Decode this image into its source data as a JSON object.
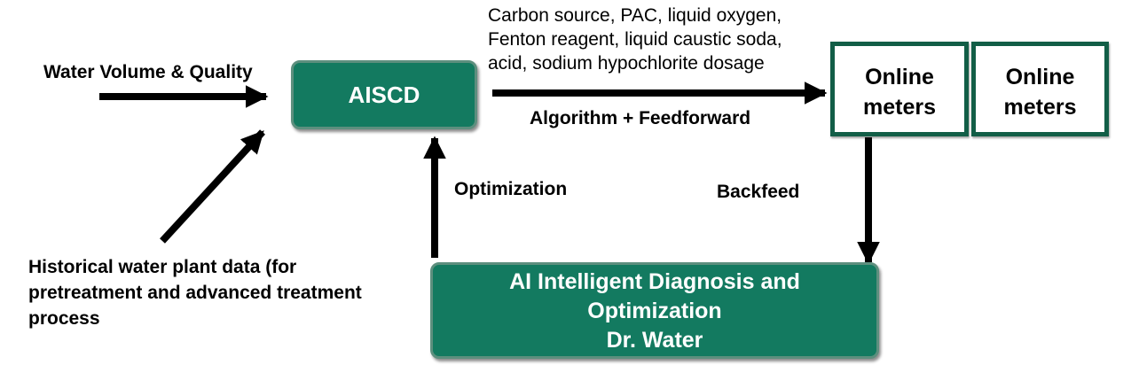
{
  "inputs": {
    "water_volume": "Water Volume & Quality",
    "historical": [
      "Historical water plant data (for",
      "pretreatment and advanced treatment",
      "process"
    ]
  },
  "aiscd": {
    "label": "AISCD"
  },
  "dosage": {
    "lines": [
      "Carbon source, PAC, liquid oxygen,",
      "Fenton reagent, liquid caustic soda,",
      "acid, sodium hypochlorite dosage"
    ]
  },
  "algorithm_label": "Algorithm + Feedforward",
  "meters": [
    {
      "lines": [
        "Online",
        "meters"
      ]
    },
    {
      "lines": [
        "Online",
        "meters"
      ]
    }
  ],
  "optimization_label": "Optimization",
  "backfeed_label": "Backfeed",
  "drwater": {
    "lines": [
      "AI Intelligent Diagnosis and",
      "Optimization",
      "Dr. Water"
    ]
  },
  "colors": {
    "box_fill": "#137A60",
    "meter_border": "#125e47",
    "arrow": "#000000"
  }
}
